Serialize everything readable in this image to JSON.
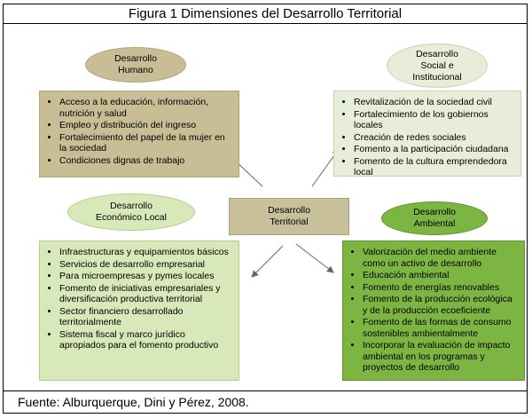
{
  "title": "Figura 1 Dimensiones del Desarrollo Territorial",
  "source": "Fuente: Alburquerque, Dini y Pérez, 2008.",
  "center": {
    "label_line1": "Desarrollo",
    "label_line2": "Territorial"
  },
  "humano": {
    "label_line1": "Desarrollo",
    "label_line2": "Humano",
    "items": [
      "Acceso a la educación, información, nutrición y salud",
      "Empleo y distribución del ingreso",
      "Fortalecimiento del papel de la mujer en la sociedad",
      "Condiciones dignas de trabajo"
    ]
  },
  "social": {
    "label_line1": "Desarrollo",
    "label_line2": "Social e",
    "label_line3": "Institucional",
    "items": [
      "Revitalización de la sociedad civil",
      "Fortalecimiento de los gobiernos locales",
      "Creación de redes sociales",
      "Fomento a la participación ciudadana",
      "Fomento de la cultura emprendedora local"
    ]
  },
  "economico": {
    "label_line1": "Desarrollo",
    "label_line2": "Económico Local",
    "items": [
      "Infraestructuras y equipamientos básicos",
      "Servicios de desarrollo empresarial",
      "Para microempresas y pymes locales",
      "Fomento de iniciativas empresariales y diversificación productiva territorial",
      "Sector financiero desarrollado territorialmente",
      "Sistema fiscal y marco jurídico apropiados para el fomento productivo"
    ]
  },
  "ambiental": {
    "label_line1": "Desarrollo",
    "label_line2": "Ambiental",
    "items": [
      "Valorización del medio ambiente como un activo de desarrollo",
      "Educación ambiental",
      "Fomento de energías renovables",
      "Fomento de la producción ecológica y de la producción ecoeficiente",
      "Fomento de las formas de consumo sostenibles ambientalmente",
      "Incorporar la evaluación de impacto ambiental en los programas y proyectos de desarrollo"
    ]
  },
  "colors": {
    "humano_fill": "#c8bd95",
    "social_fill": "#e7edd8",
    "economico_fill": "#d8e8b8",
    "ambiental_fill": "#7cb542",
    "center_fill": "#c8bf9b"
  }
}
